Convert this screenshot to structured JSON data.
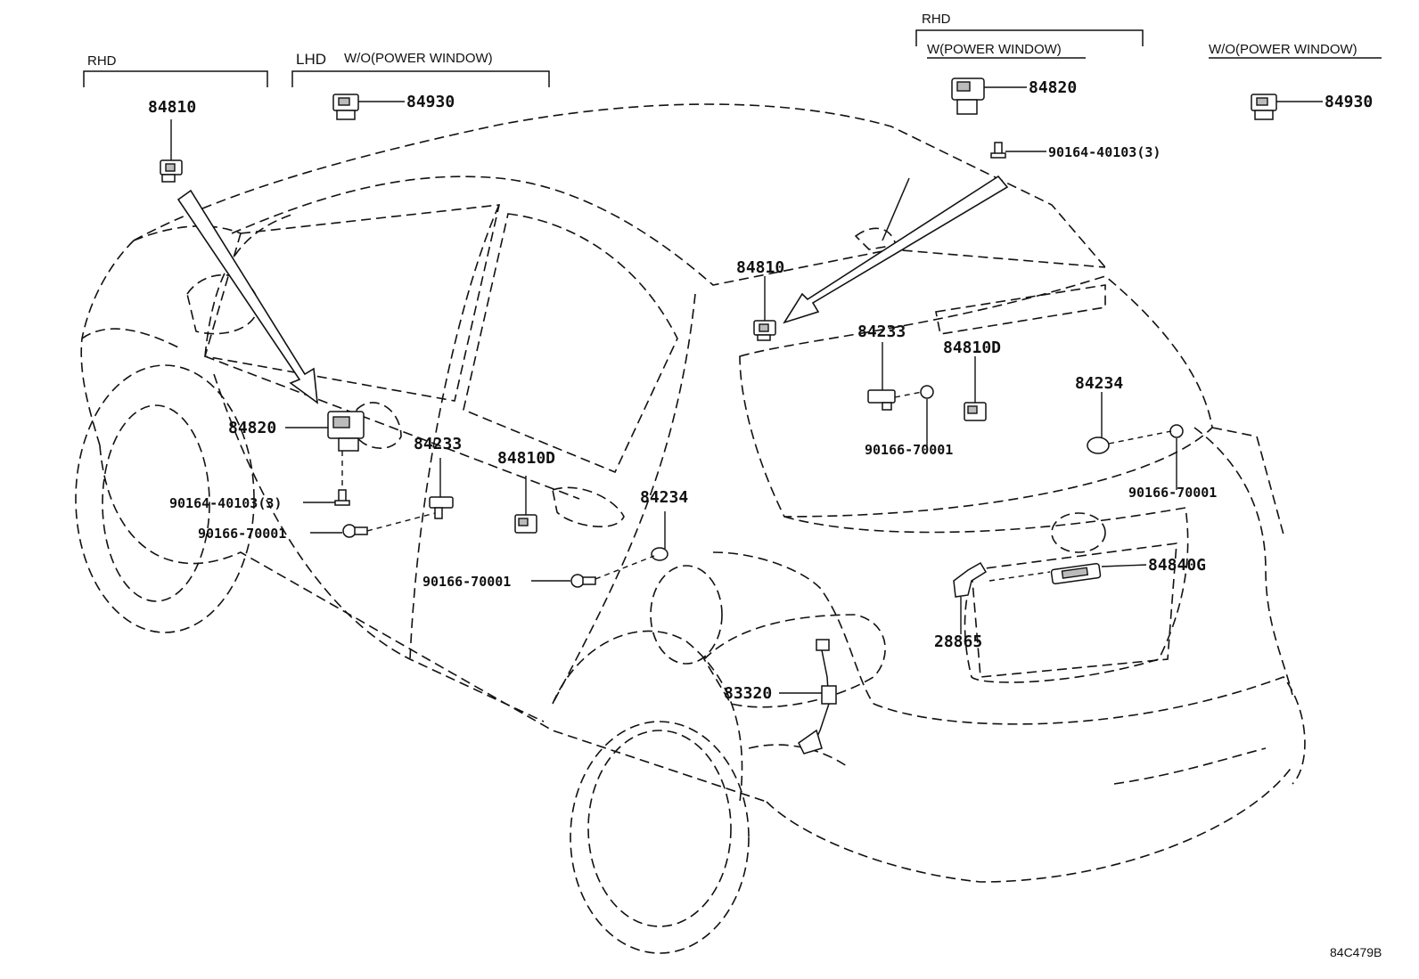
{
  "groups": {
    "rhd_left": "RHD",
    "lhd_left": "LHD",
    "wo_power_window_left": "W/O(POWER WINDOW)",
    "rhd_right": "RHD",
    "w_power_window_right": "W(POWER WINDOW)",
    "wo_power_window_right": "W/O(POWER WINDOW)"
  },
  "labels": {
    "p84810_topleft": "84810",
    "p84930_left": "84930",
    "p84820_topright": "84820",
    "p90164_topright": "90164-40103(3)",
    "p84930_right": "84930",
    "p84810_roof": "84810",
    "p84233_right": "84233",
    "p84810d_right": "84810D",
    "p90166_right1": "90166-70001",
    "p84234_right": "84234",
    "p90166_right2": "90166-70001",
    "p84820_door": "84820",
    "p90164_door": "90164-40103(3)",
    "p90166_door": "90166-70001",
    "p84233_door": "84233",
    "p84810d_door": "84810D",
    "p84234_door": "84234",
    "p90166_door2": "90166-70001",
    "p84840g": "84840G",
    "p28865": "28865",
    "p83320": "83320"
  },
  "figure_code": "84C479B"
}
